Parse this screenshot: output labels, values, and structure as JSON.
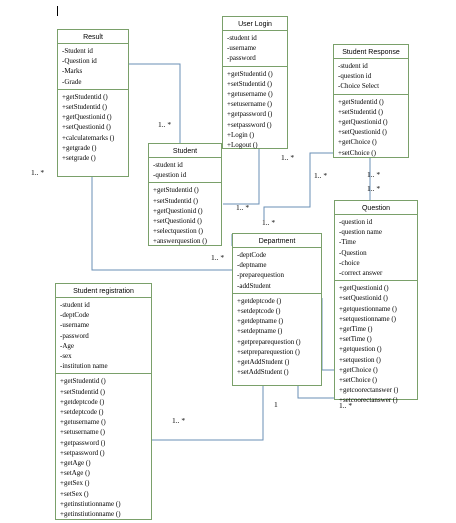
{
  "classes": {
    "result": {
      "title": "Result",
      "attributes": [
        "-Student id",
        "-Question id",
        "-Marks",
        "-Grade"
      ],
      "methods": [
        "+getStudentid ()",
        "+setStudentid ()",
        "+getQuestionid ()",
        "+setQuestionid ()",
        "+calculatemarks ()",
        "+getgrade ()",
        "+setgrade ()"
      ]
    },
    "user_login": {
      "title": "User Login",
      "attributes": [
        "-student id",
        "-username",
        "-password"
      ],
      "methods": [
        "+getStudentid ()",
        "+setStudentid ()",
        "+getusername ()",
        "+setusername ()",
        "+getpassword ()",
        "+setpassword ()",
        "+Login ()",
        "+Logout ()"
      ]
    },
    "student_response": {
      "title": "Student Response",
      "attributes": [
        "-student id",
        "-question id",
        "-Choice Select"
      ],
      "methods": [
        "+getStudentid ()",
        "+setStudentid ()",
        "+getQuestionid ()",
        "+setQuestionid ()",
        "+getChoice ()",
        "+setChoice ()"
      ]
    },
    "student": {
      "title": "Student",
      "attributes": [
        "-student id",
        "-question id"
      ],
      "methods": [
        "+getStudentid ()",
        "+setStudentid ()",
        "+getQuestionid ()",
        "+setQuestionid ()",
        "+selectquestion ()",
        "+answerquestion ()"
      ]
    },
    "department": {
      "title": "Department",
      "attributes": [
        "-deptCode",
        "-deptname",
        "-preparequestion",
        "-addStudent"
      ],
      "methods": [
        "+getdeptcode ()",
        "+setdeptcode ()",
        "+getdeptname ()",
        "+setdeptname ()",
        "+getpreparequestion ()",
        "+setpreparequestion ()",
        "+getAddStudent ()",
        "+setAddStudent ()"
      ]
    },
    "question": {
      "title": "Question",
      "attributes": [
        "-question id",
        "-question name",
        "-Time",
        "-Question",
        "-choice",
        "-correct answer"
      ],
      "methods": [
        "+getQuestionid ()",
        "+setQuestionid ()",
        "+getquestionname ()",
        "+setquestionname ()",
        "+getTime ()",
        "+setTime ()",
        "+getquestion ()",
        "+setquestion ()",
        "+getChoice ()",
        "+setChoice ()",
        "+getcoorectanswer ()",
        "+setcoorectanswer ()"
      ]
    },
    "student_registration": {
      "title": "Student registration",
      "attributes": [
        "-student id",
        "-deptCode",
        "-username",
        "-password",
        "-Age",
        "-sex",
        "-institution name"
      ],
      "methods": [
        "+getStudentid ()",
        "+setStudentid ()",
        "+getdeptcode ()",
        "+setdeptcode ()",
        "+getusername ()",
        "+setusername ()",
        "+getpassword ()",
        "+setpassword ()",
        "+getAge ()",
        "+setAge ()",
        "+getSex ()",
        "+setSex ()",
        "+getinstiutionname ()",
        "+getinstiutionname ()"
      ]
    }
  },
  "multiplicities": {
    "result_student_near_result": "1.. *",
    "result_student_near_student": "1.. *",
    "result_department": "1.. *",
    "login_student": "1.. *",
    "student_response_near_student": "1.. *",
    "response_left": "1.. *",
    "response_bottom_1": "1.. *",
    "response_bottom_2": "1.. *",
    "student_department": "1.. *",
    "registration_department": "1.. *",
    "department_one": "1",
    "question_many": "1.. *"
  },
  "colors": {
    "border": "#7aa06a",
    "connector": "#6a8fb5"
  }
}
